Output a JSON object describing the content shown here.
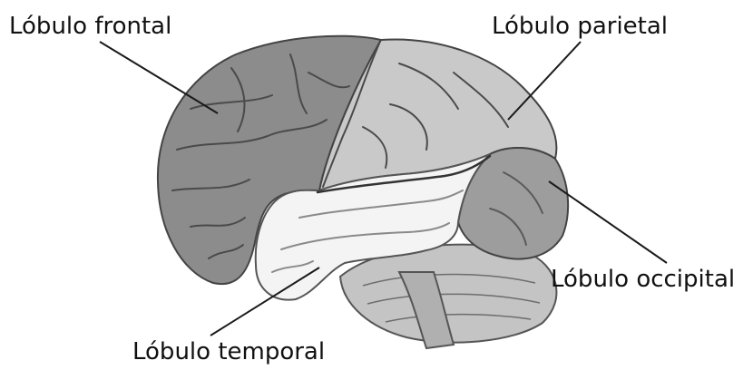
{
  "labels": {
    "frontal": "Lóbulo frontal",
    "parietal": "Lóbulo parietal",
    "occipital": "Lóbulo occipital",
    "temporal": "Lóbulo temporal"
  },
  "colors": {
    "frontal": "#8c8c8c",
    "parietal": "#c9c9c9",
    "occipital": "#9d9d9d",
    "temporal": "#f4f4f4",
    "cerebellum": "#c4c4c4",
    "sulci": "#4a4a4a",
    "leader_line": "#1a1a1a"
  }
}
